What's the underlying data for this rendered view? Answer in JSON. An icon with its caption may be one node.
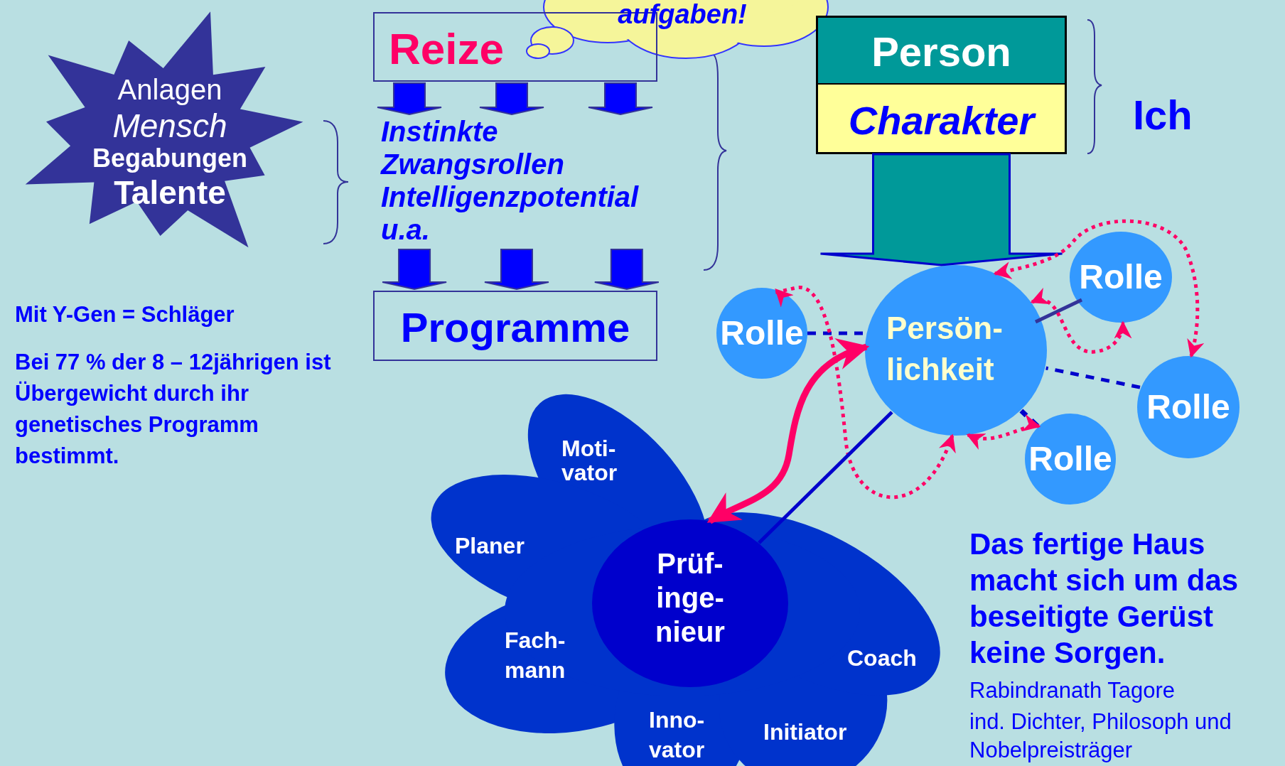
{
  "diagram": {
    "nodes": [
      {
        "text": [
          "Anlagen",
          "Mensch",
          "Begabungen",
          "Talente"
        ]
      },
      {
        "text": [
          "aufgaben!"
        ]
      },
      {
        "text": [
          "Reize"
        ]
      },
      {
        "text": [
          "Instinkte",
          "Zwangsrollen",
          "Intelligenzpotential",
          "u.a."
        ]
      },
      {
        "text": [
          "Programme"
        ]
      },
      {
        "text": [
          "Person"
        ]
      },
      {
        "text": [
          "Charakter"
        ]
      },
      {
        "text": [
          "Persön- lichkeit"
        ]
      },
      {
        "text": [
          "Rolle"
        ]
      },
      {
        "text": [
          "Rolle"
        ]
      },
      {
        "text": [
          "Rolle"
        ]
      },
      {
        "text": [
          "Rolle"
        ]
      },
      {
        "text": [
          "Moti- vator",
          "Planer",
          "Fach- mann",
          "Inno- vator",
          "Initiator",
          "Coach"
        ]
      },
      {
        "text": [
          "Prüf- inge- nieur"
        ],
        "in": 12
      }
    ],
    "edges": [
      {
        "from": 2,
        "to": 3,
        "arrow": "to",
        "style": "thick"
      },
      {
        "from": 2,
        "to": 3,
        "arrow": "to",
        "style": "thick"
      },
      {
        "from": 2,
        "to": 3,
        "arrow": "to",
        "style": "thick"
      },
      {
        "from": 3,
        "to": 4,
        "arrow": "to",
        "style": "thick"
      },
      {
        "from": 3,
        "to": 4,
        "arrow": "to",
        "style": "thick"
      },
      {
        "from": 3,
        "to": 4,
        "arrow": "to",
        "style": "thick"
      },
      {
        "from": 6,
        "to": 7,
        "arrow": "to",
        "style": "thick",
        "color": "#009999"
      },
      {
        "from": 8,
        "to": 7,
        "arrow": "none",
        "style": "dashed",
        "color": "#0000cc"
      },
      {
        "from": 9,
        "to": 7,
        "arrow": "none",
        "color": "#333399"
      },
      {
        "from": 10,
        "to": 7,
        "arrow": "none",
        "style": "dashed",
        "color": "#0000cc"
      },
      {
        "from": 11,
        "to": 7,
        "arrow": "none",
        "style": "dashed",
        "color": "#0000cc"
      },
      {
        "from": 7,
        "to": 8,
        "arrow": "both",
        "style": "dashed",
        "color": "#ff0066"
      },
      {
        "from": 7,
        "to": 11,
        "arrow": "both",
        "style": "dashed",
        "color": "#ff0066"
      },
      {
        "from": 7,
        "to": 9,
        "arrow": "both",
        "style": "dashed",
        "color": "#ff0066"
      },
      {
        "from": 7,
        "to": 10,
        "arrow": "both",
        "style": "dashed",
        "color": "#ff0066"
      },
      {
        "from": 7,
        "to": 13,
        "arrow": "both",
        "style": "thick",
        "color": "#ff0066"
      },
      {
        "from": 7,
        "to": 13,
        "arrow": "none",
        "color": "#0000cc"
      }
    ],
    "labels": [
      "Ich",
      "Mit Y-Gen = Schläger",
      "Bei 77 % der 8 – 12jährigen ist Übergewicht durch ihr genetisches Programm bestimmt.",
      "Das fertige Haus macht sich um das beseitigte Gerüst keine Sorgen.",
      "Rabindranath Tagore",
      "ind. Dichter, Philosoph und Nobelpreisträger"
    ]
  }
}
